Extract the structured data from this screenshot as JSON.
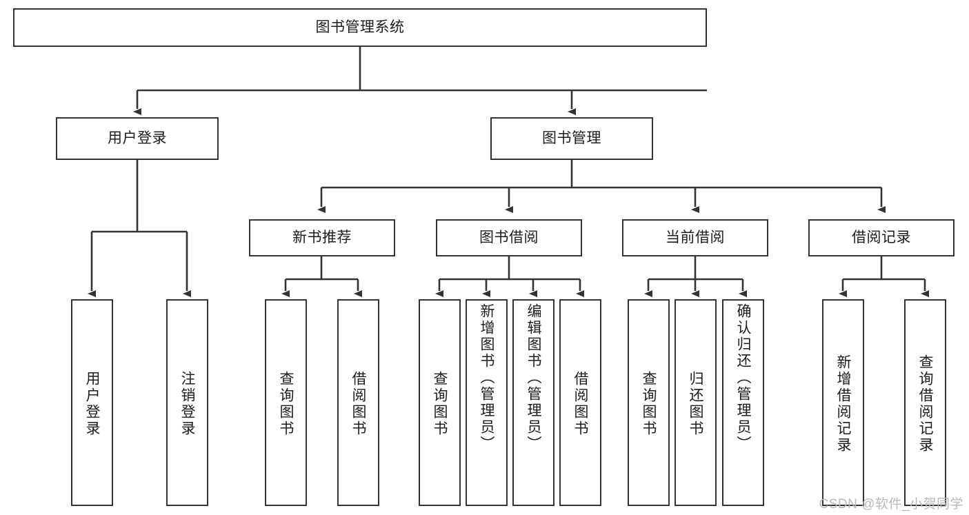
{
  "diagram": {
    "title": "图书管理系统",
    "watermark": "CSDN @软件_小贺同学",
    "type": "tree-hierarchy",
    "line_color": "#333333",
    "box_fill": "#ffffff",
    "root": {
      "label": "图书管理系统"
    },
    "level2": [
      {
        "label": "用户登录"
      },
      {
        "label": "图书管理"
      }
    ],
    "level3": [
      {
        "label": "新书推荐"
      },
      {
        "label": "图书借阅"
      },
      {
        "label": "当前借阅"
      },
      {
        "label": "借阅记录"
      }
    ],
    "leaves": {
      "user_login": [
        {
          "label": "用户登录"
        },
        {
          "label": "注销登录"
        }
      ],
      "new_book_recommend": [
        {
          "label": "查询图书"
        },
        {
          "label": "借阅图书"
        }
      ],
      "book_borrow": [
        {
          "label": "查询图书"
        },
        {
          "label": "新增图书（管理员）"
        },
        {
          "label": "编辑图书（管理员）"
        },
        {
          "label": "借阅图书"
        }
      ],
      "current_borrow": [
        {
          "label": "查询图书"
        },
        {
          "label": "归还图书"
        },
        {
          "label": "确认归还（管理员）"
        }
      ],
      "borrow_record": [
        {
          "label": "新增借阅记录"
        },
        {
          "label": "查询借阅记录"
        }
      ]
    }
  }
}
